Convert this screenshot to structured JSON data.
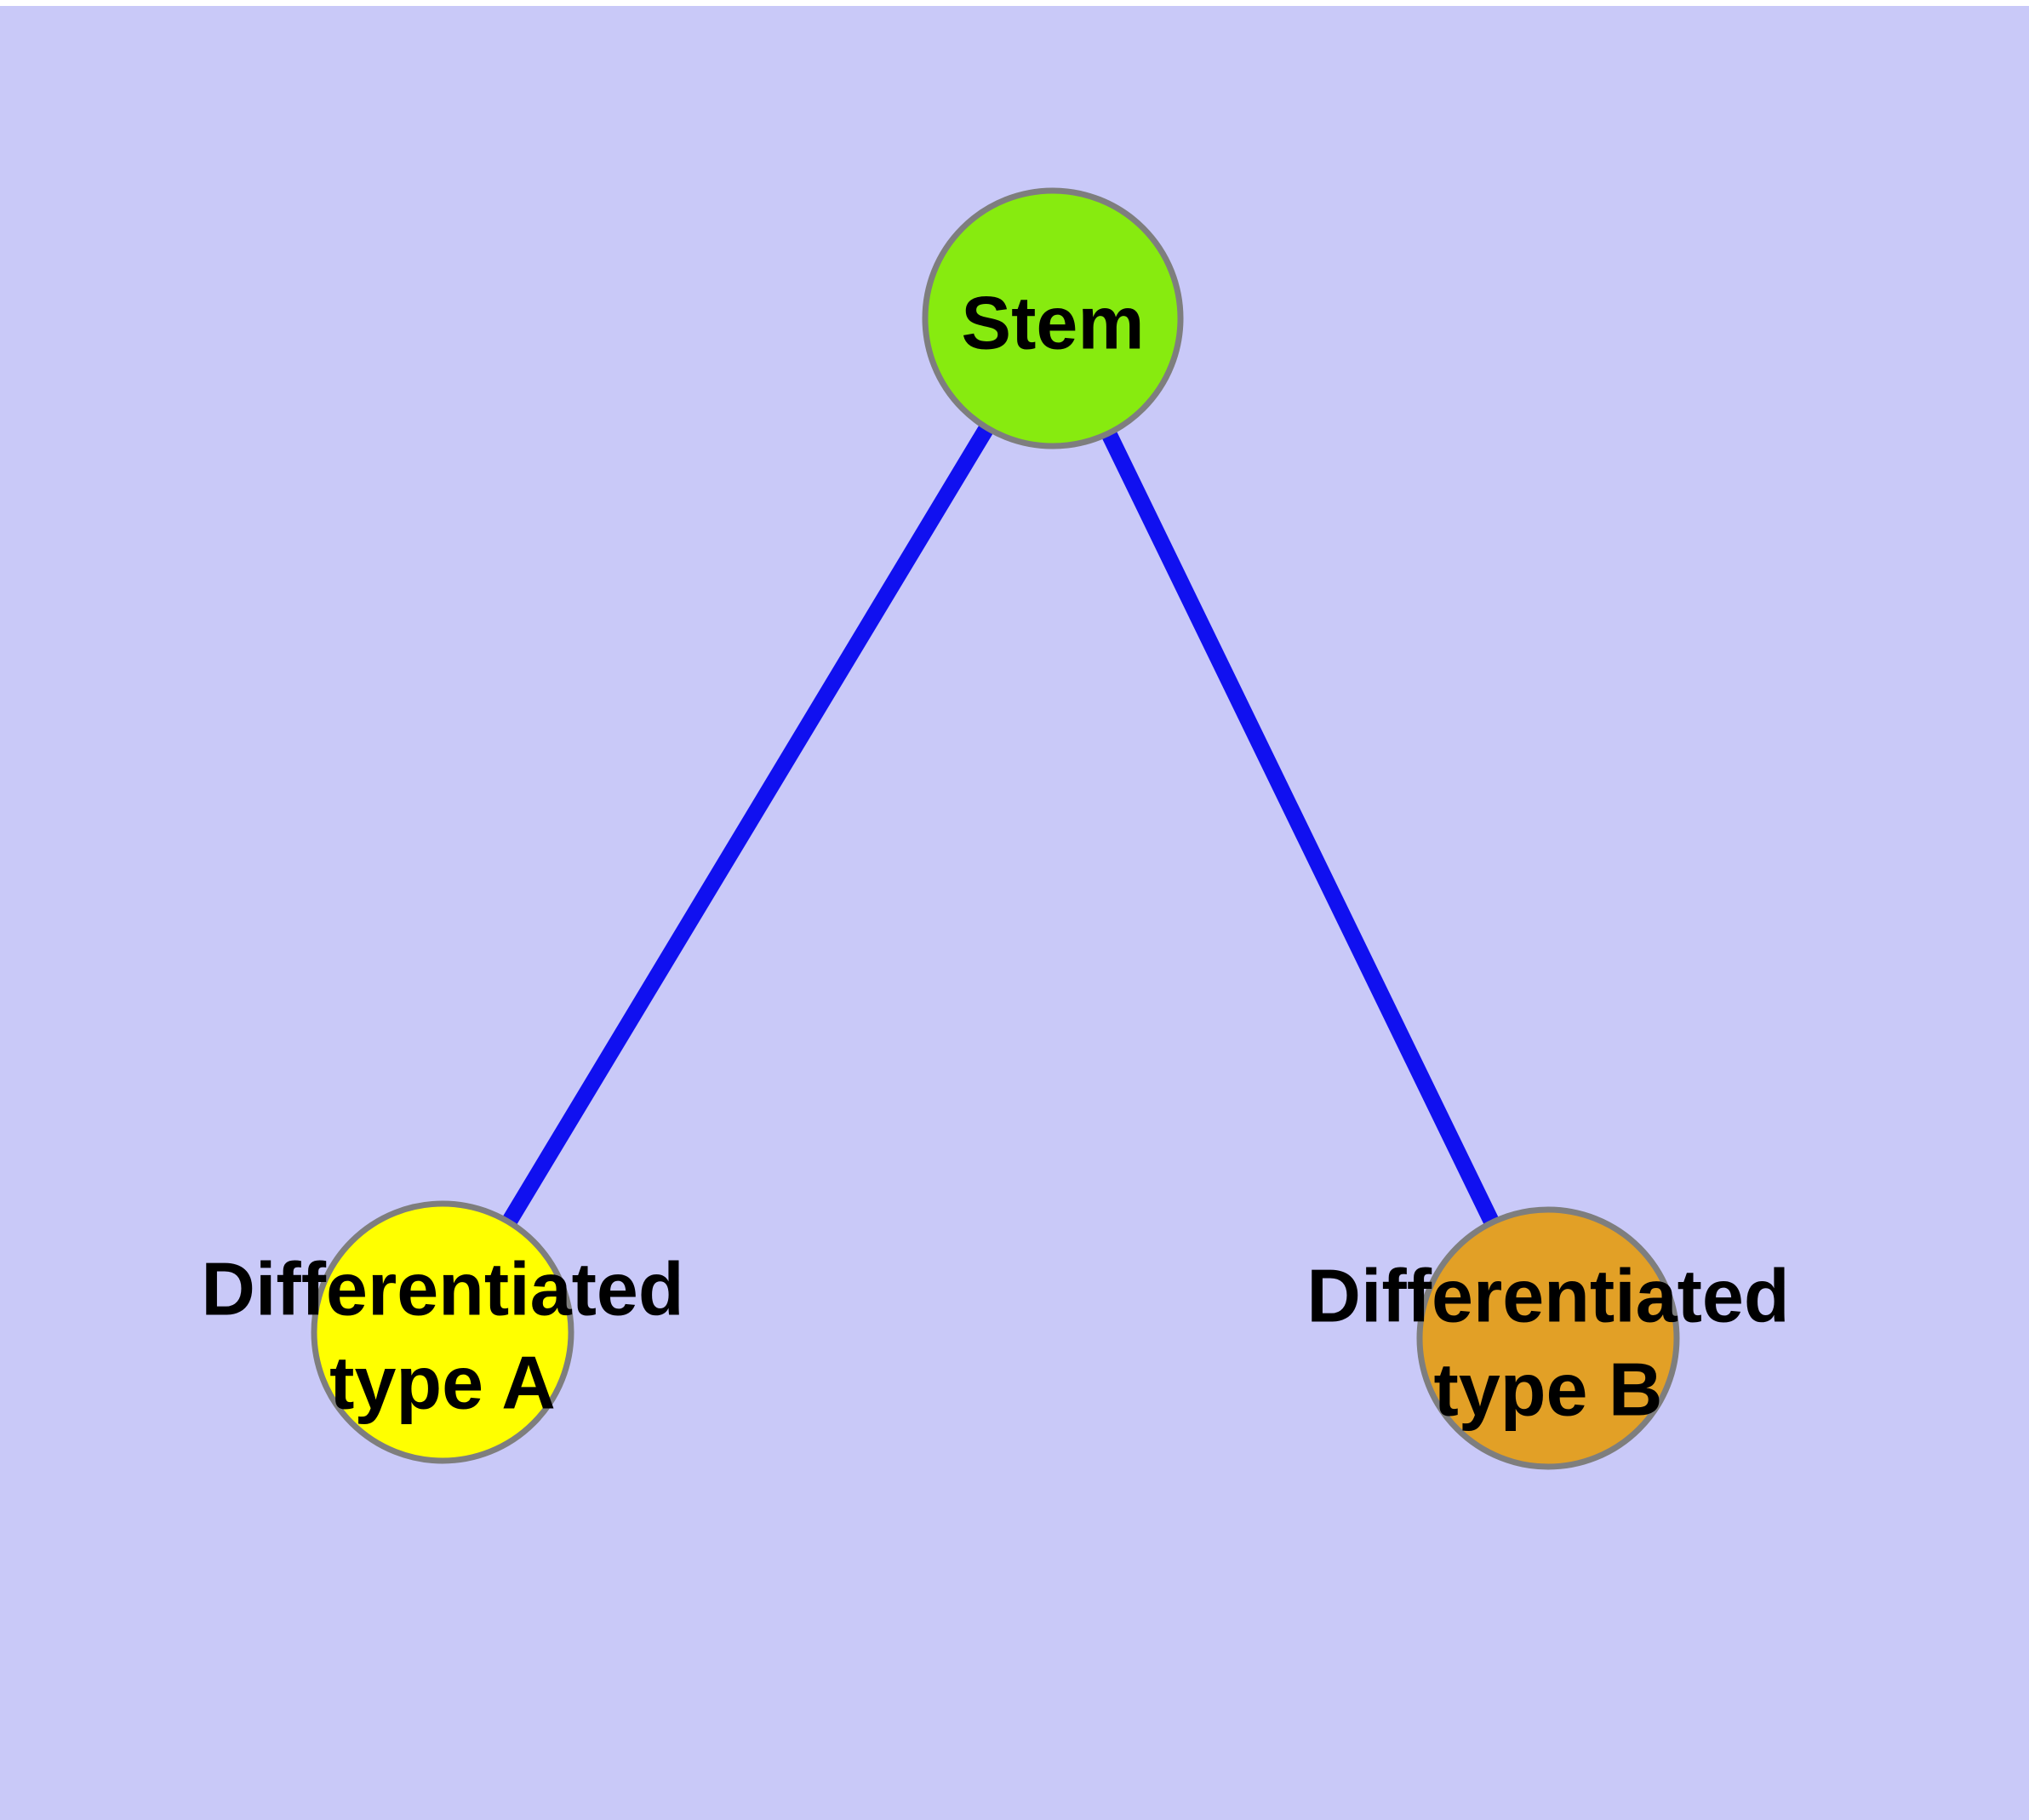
{
  "diagram": {
    "type": "node-link graph",
    "description": "Cell differentiation hierarchy: one stem node linked to two differentiated cell-type nodes"
  },
  "colors": {
    "page_background": "#ffffff",
    "canvas_background": "#c9c9f8",
    "edge": "#1010f0",
    "node_stroke": "#7e7e7e",
    "label_text": "#000000",
    "stem_fill": "#87eb0f",
    "type_a_fill": "#ffff00",
    "type_b_fill": "#e2a026"
  },
  "nodes": {
    "stem": {
      "label": "Stem",
      "fill": "#87eb0f"
    },
    "type_a": {
      "label_line1": "Differentiated",
      "label_line2": "type A",
      "label_full": "Differentiated type A",
      "fill": "#ffff00"
    },
    "type_b": {
      "label_line1": "Differentiated",
      "label_line2": "type B",
      "label_full": "Differentiated type B",
      "fill": "#e2a026"
    }
  },
  "edges": [
    {
      "from": "Stem",
      "to": "Differentiated type A"
    },
    {
      "from": "Stem",
      "to": "Differentiated type B"
    }
  ]
}
